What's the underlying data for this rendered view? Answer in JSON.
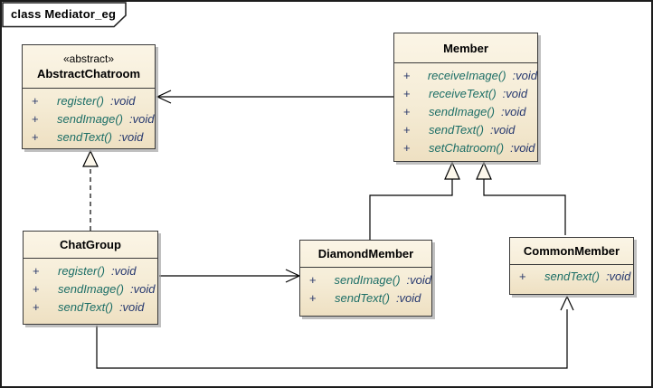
{
  "frame": {
    "title": "class Mediator_eg"
  },
  "colors": {
    "frame_border": "#1c1c1c",
    "box_border": "#3a3a3a",
    "box_fill_light": "#fbf5e6",
    "box_fill_dark": "#eee0c2",
    "method_name": "#1c6e66",
    "method_type": "#25376e",
    "visibility_sign": "#2b3a6b",
    "triangle_fill": "#fdf8ec",
    "shadow": "#9e9e9e"
  },
  "classes": [
    {
      "name": "AbstractChatroom",
      "stereotype": "«abstract»",
      "methods": [
        {
          "vis": "+",
          "name": "register()",
          "type": ":void"
        },
        {
          "vis": "+",
          "name": "sendImage()",
          "type": ":void"
        },
        {
          "vis": "+",
          "name": "sendText()",
          "type": ":void"
        }
      ]
    },
    {
      "name": "Member",
      "stereotype": "",
      "methods": [
        {
          "vis": "+",
          "name": "receiveImage()",
          "type": ":void"
        },
        {
          "vis": "+",
          "name": "receiveText()",
          "type": ":void"
        },
        {
          "vis": "+",
          "name": "sendImage()",
          "type": ":void"
        },
        {
          "vis": "+",
          "name": "sendText()",
          "type": ":void"
        },
        {
          "vis": "+",
          "name": "setChatroom()",
          "type": ":void"
        }
      ]
    },
    {
      "name": "ChatGroup",
      "stereotype": "",
      "methods": [
        {
          "vis": "+",
          "name": "register()",
          "type": ":void"
        },
        {
          "vis": "+",
          "name": "sendImage()",
          "type": ":void"
        },
        {
          "vis": "+",
          "name": "sendText()",
          "type": ":void"
        }
      ]
    },
    {
      "name": "DiamondMember",
      "stereotype": "",
      "methods": [
        {
          "vis": "+",
          "name": "sendImage()",
          "type": ":void"
        },
        {
          "vis": "+",
          "name": "sendText()",
          "type": ":void"
        }
      ]
    },
    {
      "name": "CommonMember",
      "stereotype": "",
      "methods": [
        {
          "vis": "+",
          "name": "sendText()",
          "type": ":void"
        }
      ]
    }
  ],
  "relationships": [
    {
      "from": "Member",
      "to": "AbstractChatroom",
      "type": "association",
      "arrow": "open",
      "line": "solid"
    },
    {
      "from": "ChatGroup",
      "to": "AbstractChatroom",
      "type": "generalization",
      "arrow": "hollow-triangle",
      "line": "dashed"
    },
    {
      "from": "DiamondMember",
      "to": "Member",
      "type": "generalization",
      "arrow": "hollow-triangle",
      "line": "solid"
    },
    {
      "from": "CommonMember",
      "to": "Member",
      "type": "generalization",
      "arrow": "hollow-triangle",
      "line": "solid"
    },
    {
      "from": "ChatGroup",
      "to": "DiamondMember",
      "type": "association",
      "arrow": "open",
      "line": "solid"
    },
    {
      "from": "ChatGroup",
      "to": "CommonMember",
      "type": "association",
      "arrow": "open",
      "line": "solid"
    }
  ]
}
